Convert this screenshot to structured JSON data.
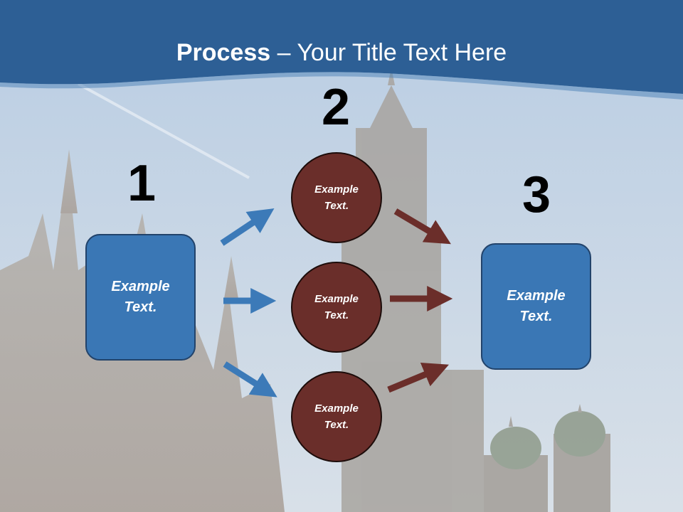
{
  "slide": {
    "title_bold": "Process",
    "title_rest": " – Your Title Text Here"
  },
  "steps": {
    "one": {
      "number": "1",
      "box_line1": "Example",
      "box_line2": "Text."
    },
    "two": {
      "number": "2",
      "circles": [
        {
          "line1": "Example",
          "line2": "Text."
        },
        {
          "line1": "Example",
          "line2": "Text."
        },
        {
          "line1": "Example",
          "line2": "Text."
        }
      ]
    },
    "three": {
      "number": "3",
      "box_line1": "Example",
      "box_line2": "Text."
    }
  },
  "colors": {
    "header": "#2d5f95",
    "box_fill": "#3a77b5",
    "circle_fill": "#6a2e2a",
    "blue_arrow": "#3c7ab8",
    "brown_arrow": "#6b2e2a"
  }
}
